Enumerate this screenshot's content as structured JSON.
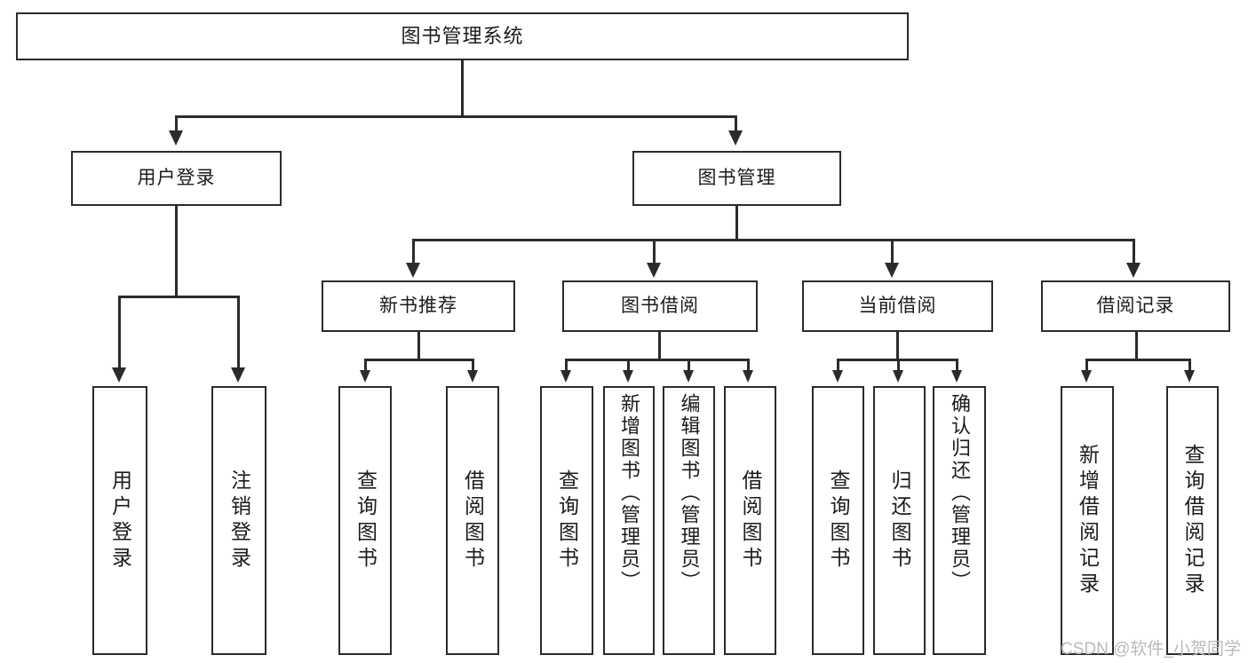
{
  "diagram": {
    "type": "tree-hierarchy-chart",
    "title": "图书管理系统",
    "root": {
      "id": "root",
      "label": "图书管理系统"
    },
    "level2": [
      {
        "id": "user-login",
        "label": "用户登录"
      },
      {
        "id": "book-manage",
        "label": "图书管理"
      }
    ],
    "level3": [
      {
        "id": "new-book-recommend",
        "label": "新书推荐",
        "parent": "book-manage"
      },
      {
        "id": "book-borrow",
        "label": "图书借阅",
        "parent": "book-manage"
      },
      {
        "id": "current-borrow",
        "label": "当前借阅",
        "parent": "book-manage"
      },
      {
        "id": "borrow-record",
        "label": "借阅记录",
        "parent": "book-manage"
      }
    ],
    "leaves": {
      "user_login": [
        {
          "id": "leaf-user-login",
          "label": "用户登录"
        },
        {
          "id": "leaf-user-logout",
          "label": "注销登录"
        }
      ],
      "new_book_recommend": [
        {
          "id": "leaf-query-book-1",
          "label": "查询图书"
        },
        {
          "id": "leaf-borrow-book-1",
          "label": "借阅图书"
        }
      ],
      "book_borrow": [
        {
          "id": "leaf-query-book-2",
          "label": "查询图书"
        },
        {
          "id": "leaf-add-book",
          "label": "新增图书（管理员）"
        },
        {
          "id": "leaf-edit-book",
          "label": "编辑图书（管理员）"
        },
        {
          "id": "leaf-borrow-book-2",
          "label": "借阅图书"
        }
      ],
      "current_borrow": [
        {
          "id": "leaf-query-book-3",
          "label": "查询图书"
        },
        {
          "id": "leaf-return-book",
          "label": "归还图书"
        },
        {
          "id": "leaf-confirm-return",
          "label": "确认归还（管理员）"
        }
      ],
      "borrow_record": [
        {
          "id": "leaf-add-record",
          "label": "新增借阅记录"
        },
        {
          "id": "leaf-query-record",
          "label": "查询借阅记录"
        }
      ]
    }
  },
  "watermark": {
    "text": "CSDN @软件_小贺同学"
  },
  "colors": {
    "stroke": "#2b2b2b",
    "background": "#ffffff",
    "text": "#1b1b1b",
    "watermark": "#b9b9b9"
  }
}
